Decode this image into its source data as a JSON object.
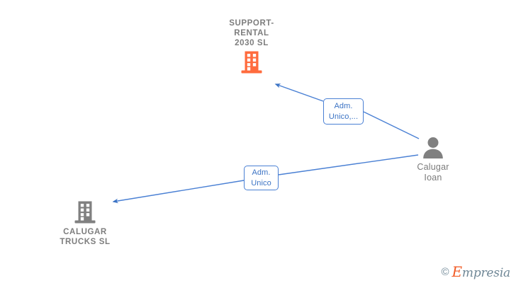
{
  "diagram": {
    "type": "corporate-relations-graph",
    "background_color": "#ffffff",
    "edge_color": "#4a80d4",
    "company_active_color": "#ff6b3d",
    "company_color": "#808080",
    "person_color": "#808080"
  },
  "nodes": {
    "support_rental": {
      "id": "support-rental-2030-sl",
      "label": "SUPPORT-\nRENTAL\n2030  SL",
      "icon": "building-icon",
      "icon_color": "#ff6b3d",
      "kind": "company",
      "label_position": "top"
    },
    "calugar_ioan": {
      "id": "calugar-ioan",
      "label": "Calugar\nIoan",
      "icon": "person-icon",
      "icon_color": "#808080",
      "kind": "person",
      "label_position": "bottom"
    },
    "calugar_trucks": {
      "id": "calugar-trucks-sl",
      "label": "CALUGAR\nTRUCKS  SL",
      "icon": "building-icon",
      "icon_color": "#808080",
      "kind": "company",
      "label_position": "bottom"
    }
  },
  "edges": [
    {
      "id": "edge-ioan-to-support-rental",
      "from": "calugar_ioan",
      "to": "support_rental",
      "label": "Adm.\nUnico,...",
      "arrowhead": "to"
    },
    {
      "id": "edge-ioan-to-calugar-trucks",
      "from": "calugar_ioan",
      "to": "calugar_trucks",
      "label": "Adm.\nUnico",
      "arrowhead": "to"
    }
  ],
  "watermark": {
    "copyright_symbol": "©",
    "brand_initial": "E",
    "brand_rest": "mpresia"
  }
}
